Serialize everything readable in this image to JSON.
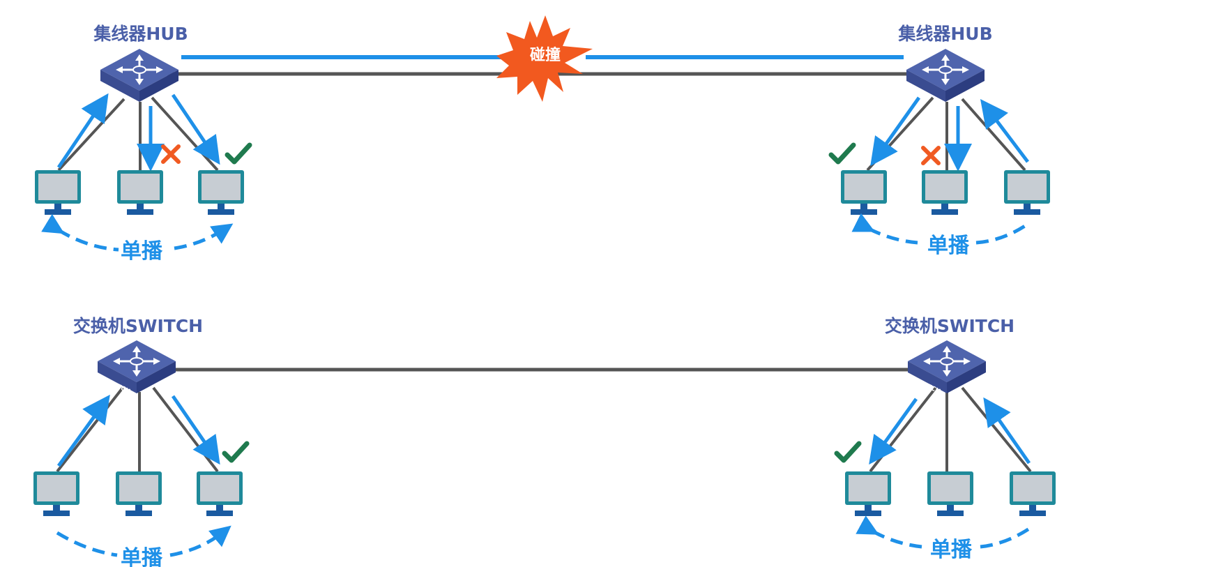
{
  "colors": {
    "label": "#4a5fa8",
    "arrow": "#1e90e8",
    "cable": "#555555",
    "device_top": "#4f64ad",
    "device_side": "#2c3d80",
    "monitor_frame": "#1f8a9a",
    "monitor_screen": "#c7cdd3",
    "monitor_base": "#1a5aa0",
    "burst": "#f2591f",
    "check": "#1f7a4e",
    "cross": "#f05a22"
  },
  "hub_top": {
    "left_device_label": "集线器HUB",
    "right_device_label": "集线器HUB",
    "collision_label": "碰撞",
    "left_cast_label": "单播",
    "right_cast_label": "单播",
    "device_icon": "hub-icon",
    "marks": [
      "cross-mark-icon",
      "check-mark-icon"
    ]
  },
  "switch_bottom": {
    "left_device_label": "交换机SWITCH",
    "right_device_label": "交换机SWITCH",
    "device_badge": "SWITCH",
    "left_cast_label": "单播",
    "right_cast_label": "单播",
    "device_icon": "switch-icon",
    "marks": [
      "check-mark-icon"
    ]
  }
}
